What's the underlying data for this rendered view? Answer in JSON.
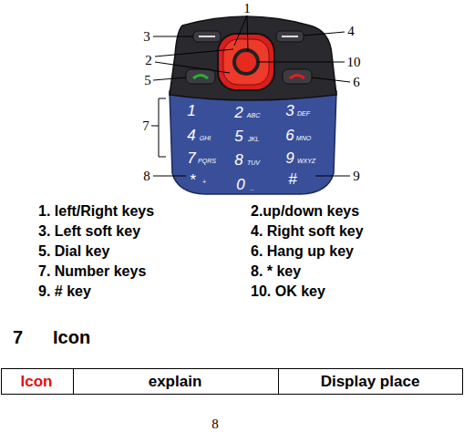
{
  "diagram": {
    "labels": [
      "1",
      "2",
      "3",
      "4",
      "5",
      "6",
      "7",
      "8",
      "9",
      "10",
      "1",
      "2",
      "ABC",
      "3",
      "DEF",
      "4",
      "GHI",
      "5",
      "JKL",
      "6",
      "MNO",
      "7",
      "PQRS",
      "8",
      "TUV",
      "9",
      "WXYZ",
      "*",
      "+",
      "0",
      "_",
      "#",
      "1. left/Right keys",
      "2.up/down keys",
      "3. Left soft key",
      "4. Right soft key",
      "5. Dial key",
      "6. Hang up key",
      "7. Number keys",
      "8. * key",
      "9. # key",
      "10. OK key",
      "7",
      "Icon",
      "Icon",
      "explain",
      "Display place",
      "8"
    ]
  }
}
